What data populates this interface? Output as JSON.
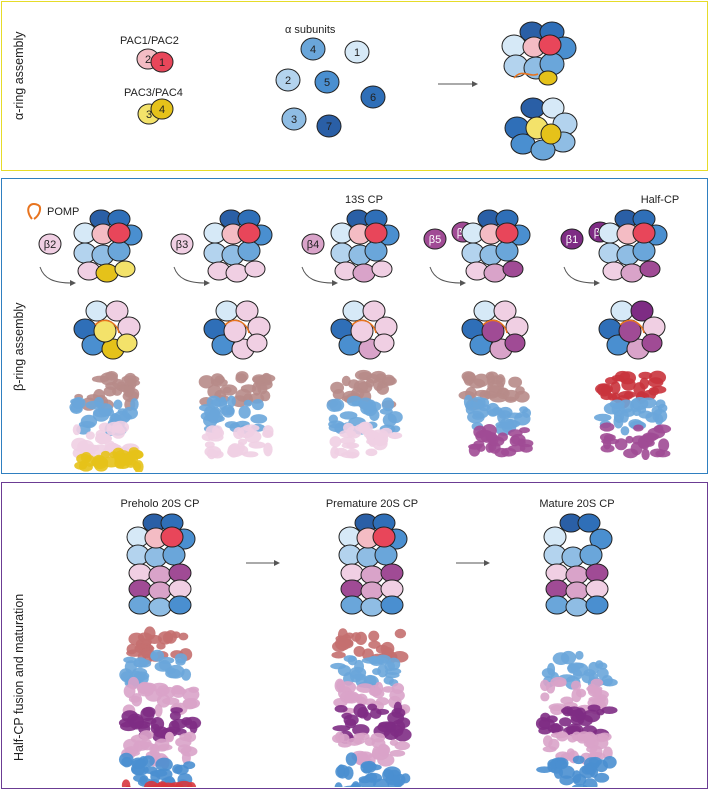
{
  "panels": {
    "alpha": {
      "title": "α-ring assembly",
      "pac12": "PAC1/PAC2",
      "pac34": "PAC3/PAC4",
      "alpha_subunits": "α subunits",
      "free_alpha": [
        "4",
        "1",
        "2",
        "5",
        "6",
        "3",
        "7"
      ],
      "pac_nums": [
        "2",
        "1",
        "3",
        "4"
      ]
    },
    "beta": {
      "title": "β-ring assembly",
      "pomp": "POMP",
      "beta_labels": [
        "β2",
        "β3",
        "β4",
        "β5",
        "β6",
        "β1",
        "β7"
      ],
      "stage_13s": "13S CP",
      "stage_half": "Half-CP"
    },
    "fusion": {
      "title": "Half-CP fusion and maturation",
      "preholo": "Preholo 20S CP",
      "premature": "Premature 20S CP",
      "mature": "Mature 20S CP"
    }
  },
  "colors": {
    "panel_alpha_border": "#e6dc2a",
    "panel_beta_border": "#2f7fc0",
    "panel_fusion_border": "#6b3c93",
    "alpha1": "#d6e9f7",
    "alpha2": "#b3d3ee",
    "alpha3": "#8fbde4",
    "alpha4": "#6aa6da",
    "alpha5": "#4a8fd0",
    "alpha6": "#2f6fb8",
    "alpha7": "#2a5fa6",
    "pac1": "#e8465a",
    "pac2": "#f4bcc4",
    "pac3": "#f3e26a",
    "pac4": "#e5c21a",
    "beta_light": "#f0cfe3",
    "beta_mid": "#d9a3c9",
    "beta_dark": "#a04b95",
    "beta_deep": "#7e2c84",
    "pomp": "#e8741f"
  }
}
